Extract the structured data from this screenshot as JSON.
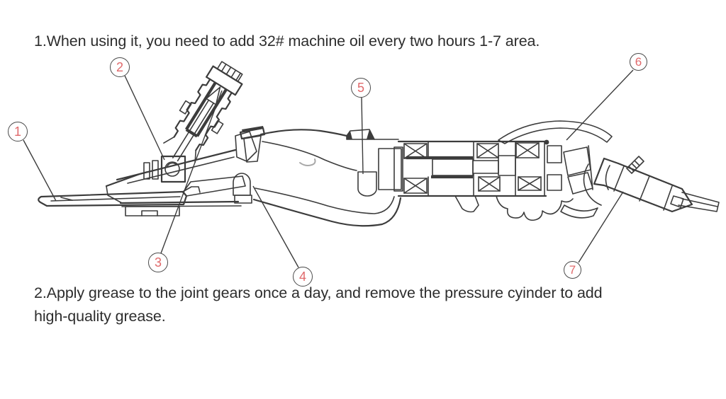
{
  "page": {
    "background": "#ffffff"
  },
  "instructions": {
    "oil": "1.When using it, you need to add 32# machine oil every two hours 1-7 area.",
    "grease": "2.Apply grease to the joint gears once a day, and remove the pressure cyinder to add\nhigh-quality grease."
  },
  "diagram": {
    "callouts": [
      {
        "number": "1"
      },
      {
        "number": "2"
      },
      {
        "number": "3"
      },
      {
        "number": "4"
      },
      {
        "number": "5"
      },
      {
        "number": "6"
      },
      {
        "number": "7"
      }
    ],
    "colors": {
      "line_art": "#3c3c3c",
      "callout_number": "#e0696b",
      "callout_ring": "#4a4a4a",
      "text": "#2d2d2d",
      "background": "#ffffff"
    }
  }
}
